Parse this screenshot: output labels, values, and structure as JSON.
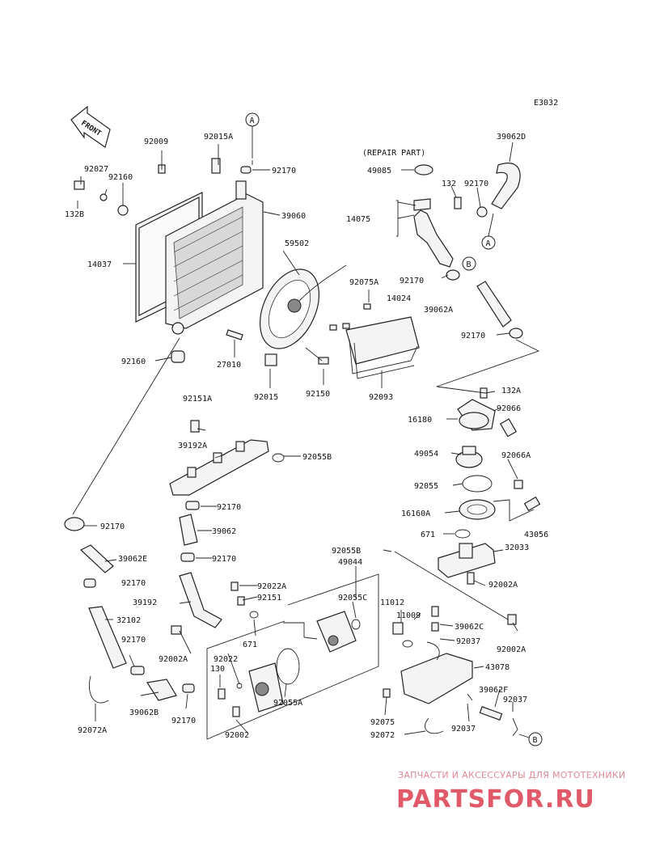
{
  "diagram": {
    "code": "E3032",
    "repair_note": "(REPAIR PART)",
    "front_label": "FRONT",
    "callouts": [
      {
        "id": "A1",
        "text": "A"
      },
      {
        "id": "A2",
        "text": "A"
      },
      {
        "id": "B1",
        "text": "B"
      },
      {
        "id": "B2",
        "text": "B"
      }
    ],
    "part_labels": [
      {
        "id": "p92009",
        "text": "92009"
      },
      {
        "id": "p92015A",
        "text": "92015A"
      },
      {
        "id": "p92170a",
        "text": "92170"
      },
      {
        "id": "p92027",
        "text": "92027"
      },
      {
        "id": "p92160a",
        "text": "92160"
      },
      {
        "id": "p132B",
        "text": "132B"
      },
      {
        "id": "p39060",
        "text": "39060"
      },
      {
        "id": "p14037",
        "text": "14037"
      },
      {
        "id": "p59502",
        "text": "59502"
      },
      {
        "id": "p92160b",
        "text": "92160"
      },
      {
        "id": "p27010",
        "text": "27010"
      },
      {
        "id": "p92015",
        "text": "92015"
      },
      {
        "id": "p92150",
        "text": "92150"
      },
      {
        "id": "p49085",
        "text": "49085"
      },
      {
        "id": "p132",
        "text": "132"
      },
      {
        "id": "p92170b",
        "text": "92170"
      },
      {
        "id": "p39062D",
        "text": "39062D"
      },
      {
        "id": "p14075",
        "text": "14075"
      },
      {
        "id": "p92170c",
        "text": "92170"
      },
      {
        "id": "p92075A",
        "text": "92075A"
      },
      {
        "id": "p14024",
        "text": "14024"
      },
      {
        "id": "p39062A",
        "text": "39062A"
      },
      {
        "id": "p92170d",
        "text": "92170"
      },
      {
        "id": "p92093",
        "text": "92093"
      },
      {
        "id": "p132A",
        "text": "132A"
      },
      {
        "id": "p92066",
        "text": "92066"
      },
      {
        "id": "p16180",
        "text": "16180"
      },
      {
        "id": "p49054",
        "text": "49054"
      },
      {
        "id": "p92066A",
        "text": "92066A"
      },
      {
        "id": "p92055",
        "text": "92055"
      },
      {
        "id": "p16160A",
        "text": "16160A"
      },
      {
        "id": "p43056",
        "text": "43056"
      },
      {
        "id": "p671a",
        "text": "671"
      },
      {
        "id": "p32033",
        "text": "32033"
      },
      {
        "id": "p92002Aa",
        "text": "92002A"
      },
      {
        "id": "p92002Ab",
        "text": "92002A"
      },
      {
        "id": "p92151A",
        "text": "92151A"
      },
      {
        "id": "p39192A",
        "text": "39192A"
      },
      {
        "id": "p92055B",
        "text": "92055B"
      },
      {
        "id": "p92170e",
        "text": "92170"
      },
      {
        "id": "p39062",
        "text": "39062"
      },
      {
        "id": "p92170f",
        "text": "92170"
      },
      {
        "id": "p39062E",
        "text": "39062E"
      },
      {
        "id": "p92170g",
        "text": "92170"
      },
      {
        "id": "p92170h",
        "text": "92170"
      },
      {
        "id": "p39192",
        "text": "39192"
      },
      {
        "id": "p92022A",
        "text": "92022A"
      },
      {
        "id": "p92151",
        "text": "92151"
      },
      {
        "id": "p32102",
        "text": "32102"
      },
      {
        "id": "p92170i",
        "text": "92170"
      },
      {
        "id": "p92002Ac",
        "text": "92002A"
      },
      {
        "id": "p671b",
        "text": "671"
      },
      {
        "id": "p92055Bb",
        "text": "92055B"
      },
      {
        "id": "p49044",
        "text": "49044"
      },
      {
        "id": "p92055C",
        "text": "92055C"
      },
      {
        "id": "p11012",
        "text": "11012"
      },
      {
        "id": "p11009",
        "text": "11009"
      },
      {
        "id": "p39062C",
        "text": "39062C"
      },
      {
        "id": "p92037a",
        "text": "92037"
      },
      {
        "id": "p43078",
        "text": "43078"
      },
      {
        "id": "p92022",
        "text": "92022"
      },
      {
        "id": "p130",
        "text": "130"
      },
      {
        "id": "p92055A",
        "text": "92055A"
      },
      {
        "id": "p39062F",
        "text": "39062F"
      },
      {
        "id": "p92037b",
        "text": "92037"
      },
      {
        "id": "p92072Aa",
        "text": "92072A"
      },
      {
        "id": "p39062B",
        "text": "39062B"
      },
      {
        "id": "p92170j",
        "text": "92170"
      },
      {
        "id": "p92002",
        "text": "92002"
      },
      {
        "id": "p92075",
        "text": "92075"
      },
      {
        "id": "p92072",
        "text": "92072"
      },
      {
        "id": "p92037c",
        "text": "92037"
      }
    ]
  },
  "watermark": {
    "line1": "ЗАПЧАСТИ И АКСЕССУАРЫ ДЛЯ МОТОТЕХНИКИ",
    "line2": "PARTSFOR.RU"
  }
}
